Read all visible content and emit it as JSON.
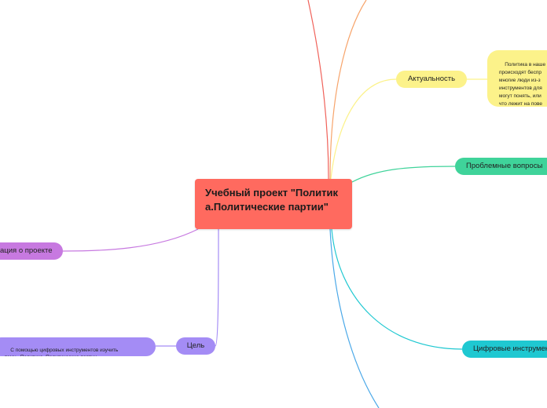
{
  "central": {
    "title": "Учебный проект \"Политика.Политические партии\""
  },
  "topics": {
    "actuality": {
      "label": "Актуальность",
      "note": "Политика в наше\nпроисходят беспр\nмногие люди из-з\nинструментов для\nмогут понять, или\nчто лежит на пове\nглубже, уже им не"
    },
    "problems": {
      "label": "Проблемные вопросы"
    },
    "digital": {
      "label": "Цифровые инструмен"
    },
    "about": {
      "label": "ация о проекте"
    },
    "goal": {
      "label": "Цель",
      "note": "С помощью цифровых инструментов изучить\nтему «Политика. Политические партии»"
    }
  },
  "colors": {
    "central": "#ff6a5f",
    "actuality": "#fcf28a",
    "problems": "#3fd39a",
    "digital": "#1fc8d1",
    "about": "#c779e0",
    "goal": "#a48cf5",
    "branch_top_red": "#f0625a",
    "branch_top_orange": "#f7a46b",
    "branch_bottom_blue": "#4aa8e8"
  }
}
